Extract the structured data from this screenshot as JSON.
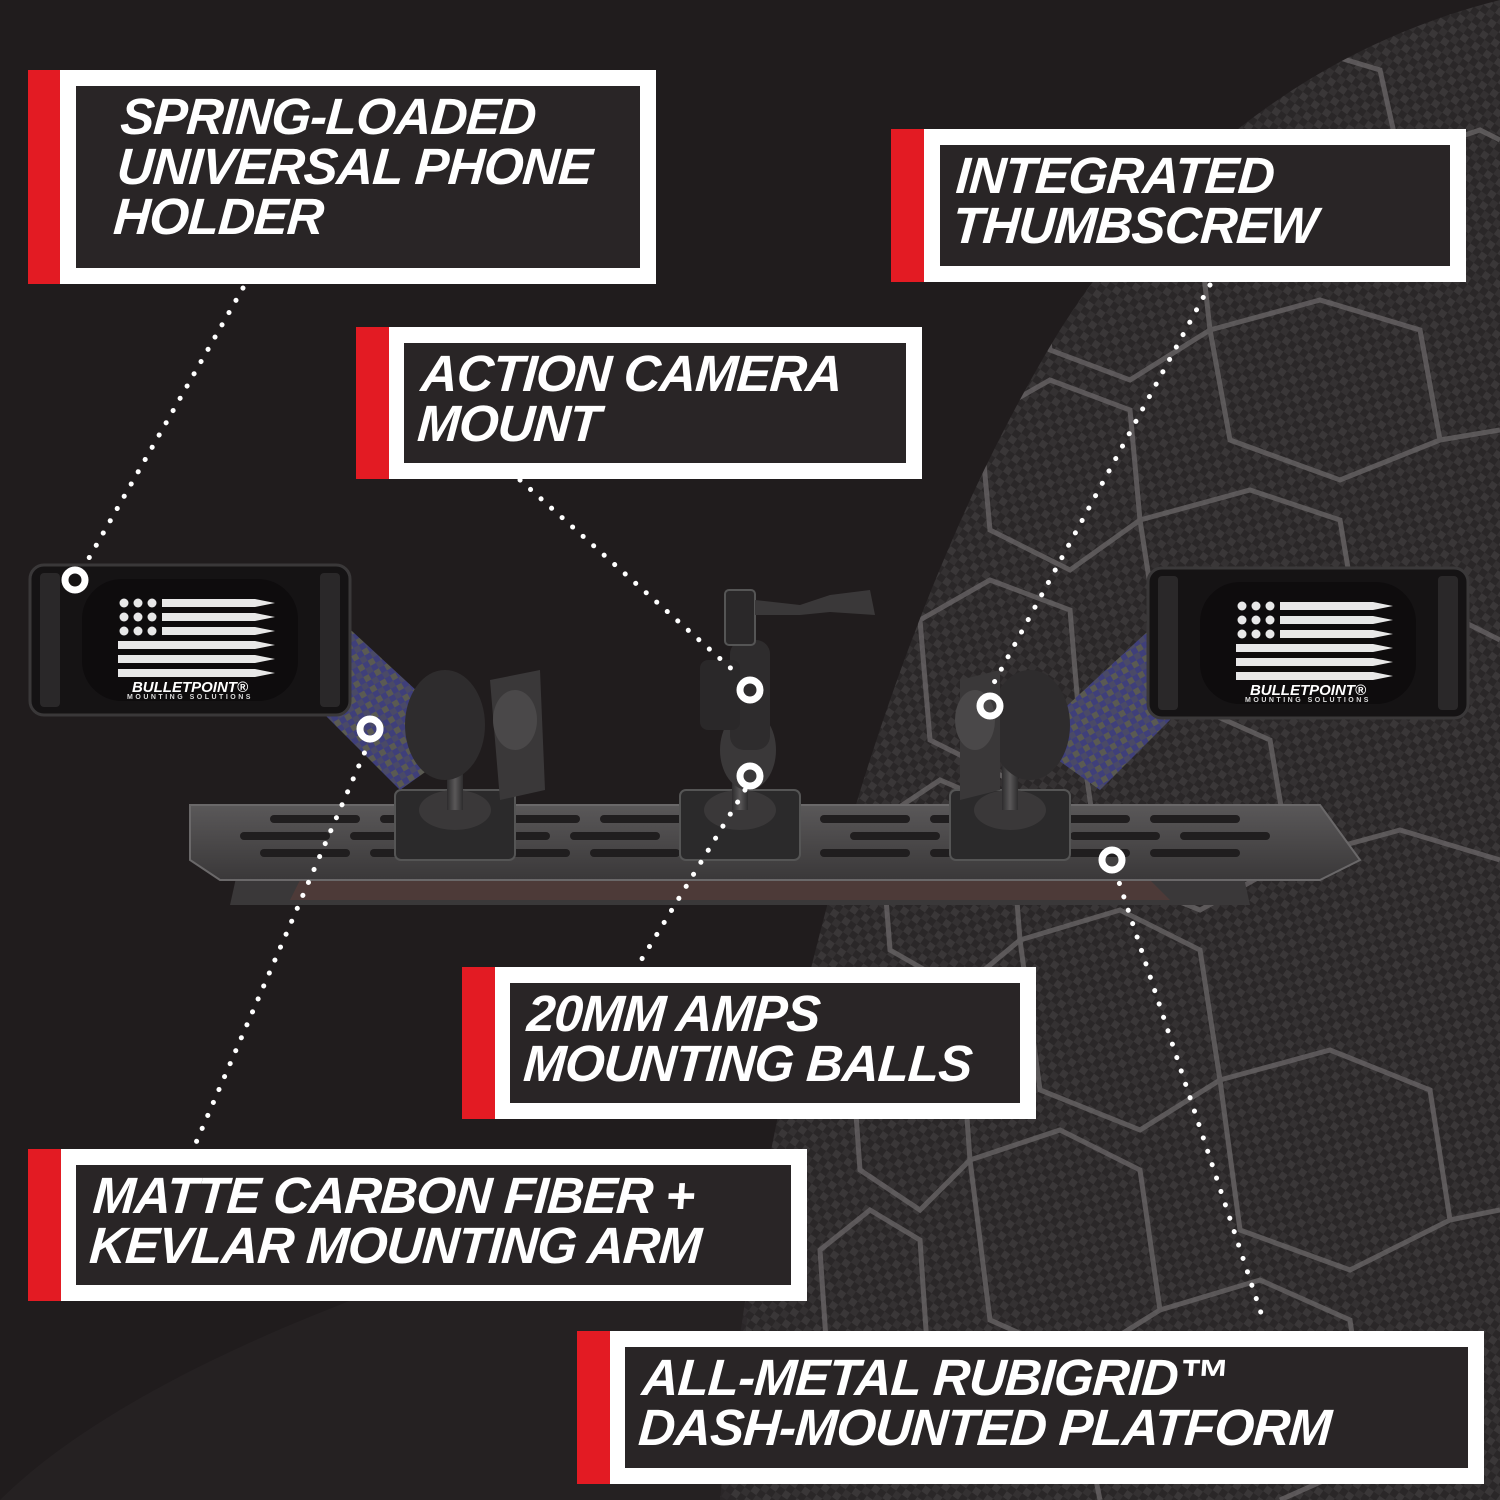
{
  "brand": {
    "name": "BULLETPOINT",
    "registered_mark": "®",
    "tagline": "MOUNTING SOLUTIONS"
  },
  "colors": {
    "background": "#201c1d",
    "accent_red": "#e31b23",
    "frame_white": "#ffffff",
    "text": "#ffffff",
    "carbon_arm_blue": "#3b3f8c"
  },
  "callouts": [
    {
      "id": "phone-holder",
      "text": "SPRING-LOADED\nUNIVERSAL PHONE\nHOLDER"
    },
    {
      "id": "thumbscrew",
      "text": "INTEGRATED\nTHUMBSCREW"
    },
    {
      "id": "camera-mount",
      "text": "ACTION CAMERA\nMOUNT"
    },
    {
      "id": "mounting-balls",
      "text": "20MM AMPS\nMOUNTING BALLS"
    },
    {
      "id": "mounting-arm",
      "text": "MATTE CARBON FIBER +\nKEVLAR MOUNTING ARM"
    },
    {
      "id": "platform",
      "text": "ALL-METAL RUBIGRID™\nDASH-MOUNTED PLATFORM"
    }
  ]
}
